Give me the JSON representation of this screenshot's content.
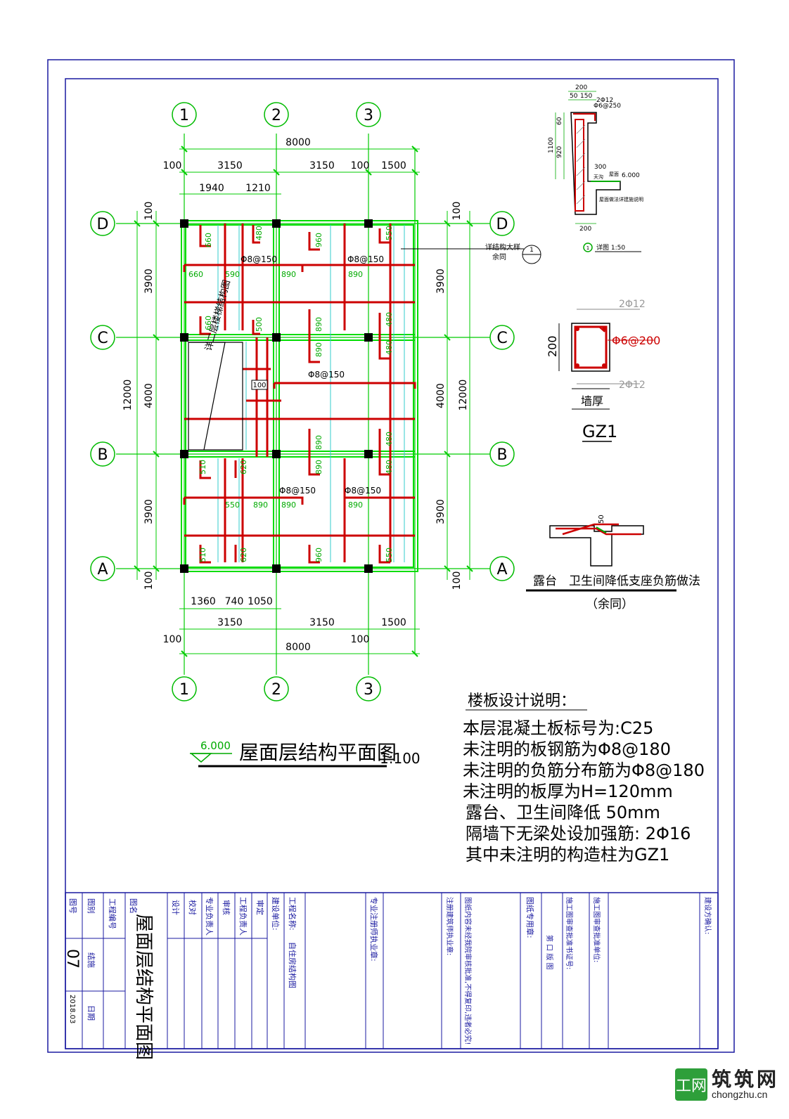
{
  "drawing": {
    "axes_numeric": [
      "1",
      "2",
      "3"
    ],
    "axes_alpha": [
      "A",
      "B",
      "C",
      "D"
    ],
    "top_dims": {
      "total": "8000",
      "d1": "100",
      "d2": "3150",
      "d3": "3150",
      "d4": "100",
      "d5": "1500",
      "s1": "1940",
      "s2": "1210"
    },
    "bottom_dims": {
      "s1": "1360",
      "s2": "740",
      "s3": "1050",
      "d1": "3150",
      "d2": "3150",
      "d3": "1500",
      "e1": "100",
      "e2": "100",
      "total": "8000"
    },
    "left_dims": {
      "total": "12000",
      "d1": "3900",
      "d2": "4000",
      "d3": "3900",
      "e_top": "100",
      "e_bot": "100"
    },
    "right_dims": {
      "total": "12000",
      "d1": "3900",
      "d2": "4000",
      "d3": "3900",
      "e_top": "100",
      "e_bot": "100"
    },
    "rebar_labels": [
      "Φ8@150",
      "Φ8@150",
      "Φ8@150",
      "Φ8@150",
      "Φ8@150"
    ],
    "green_values": [
      "660",
      "480",
      "960",
      "550",
      "660",
      "590",
      "890",
      "890",
      "660",
      "500",
      "890",
      "890",
      "480",
      "480",
      "510",
      "620",
      "890",
      "890",
      "480",
      "480",
      "550",
      "890",
      "890",
      "890",
      "510",
      "620",
      "960",
      "550",
      "100"
    ],
    "stair_note": "详二层楼梯结构图",
    "detail_ref": {
      "text1": "详结构大样",
      "text2": "余同",
      "num": "1"
    },
    "title": "屋面层结构平面图",
    "elevation": "6.000",
    "scale": "1:100"
  },
  "detail1": {
    "dims": [
      "200",
      "50",
      "150",
      "2Φ12",
      "Φ6@250",
      "1100",
      "920",
      "60",
      "300",
      "6.000",
      "200"
    ],
    "labels": [
      "天沟",
      "屋面",
      "屋面做法详建施说明"
    ],
    "caption": "详图 1:50",
    "num": "1"
  },
  "gz1": {
    "top_bar": "2Φ12",
    "stirrup": "Φ6@200",
    "bottom_bar": "2Φ12",
    "height": "200",
    "width_label": "墙厚",
    "title": "GZ1"
  },
  "detail_low": {
    "dim": "50",
    "title": "露台　卫生间降低支座负筋做法",
    "sub": "（余同）"
  },
  "notes": {
    "title": "楼板设计说明：",
    "lines": [
      "本层混凝土板标号为:C25",
      "未注明的板钢筋为Φ8@180",
      "未注明的负筋分布筋为Φ8@180",
      "未注明的板厚为H=120mm",
      "露台、卫生间降低 50mm",
      "隔墙下无梁处设加强筋: 2Φ16",
      "其中未注明的构造柱为GZ1"
    ]
  },
  "titleblock": {
    "c1": [
      "图号",
      "图别",
      "工程编号"
    ],
    "c1v": [
      "07",
      "结施",
      ""
    ],
    "c1b": [
      "2018.03",
      "日期"
    ],
    "c2": [
      "图名"
    ],
    "c2v": "屋面层结构平面图",
    "c3": [
      "设计",
      "校对",
      "专业负责人",
      "审核",
      "工程负责人",
      "审定"
    ],
    "c4": [
      "建设单位:",
      "工程名称:"
    ],
    "c4v": "自住房结构图",
    "c5": "专业注册师执业章:",
    "c6a": "图纸内容未经我院审核批准,不得复印,违者必究!",
    "c6b": "注册建筑师执业章:",
    "c7": "图纸专用章:",
    "c8a": "施工图审查批准书证号:",
    "c8b": "第  口  版  图",
    "c9": "施工图审查批准单位:",
    "c10": "建设方确认:"
  },
  "brand": {
    "icon": "工网",
    "cn": "筑筑网",
    "url": "chongzhu.cn"
  }
}
